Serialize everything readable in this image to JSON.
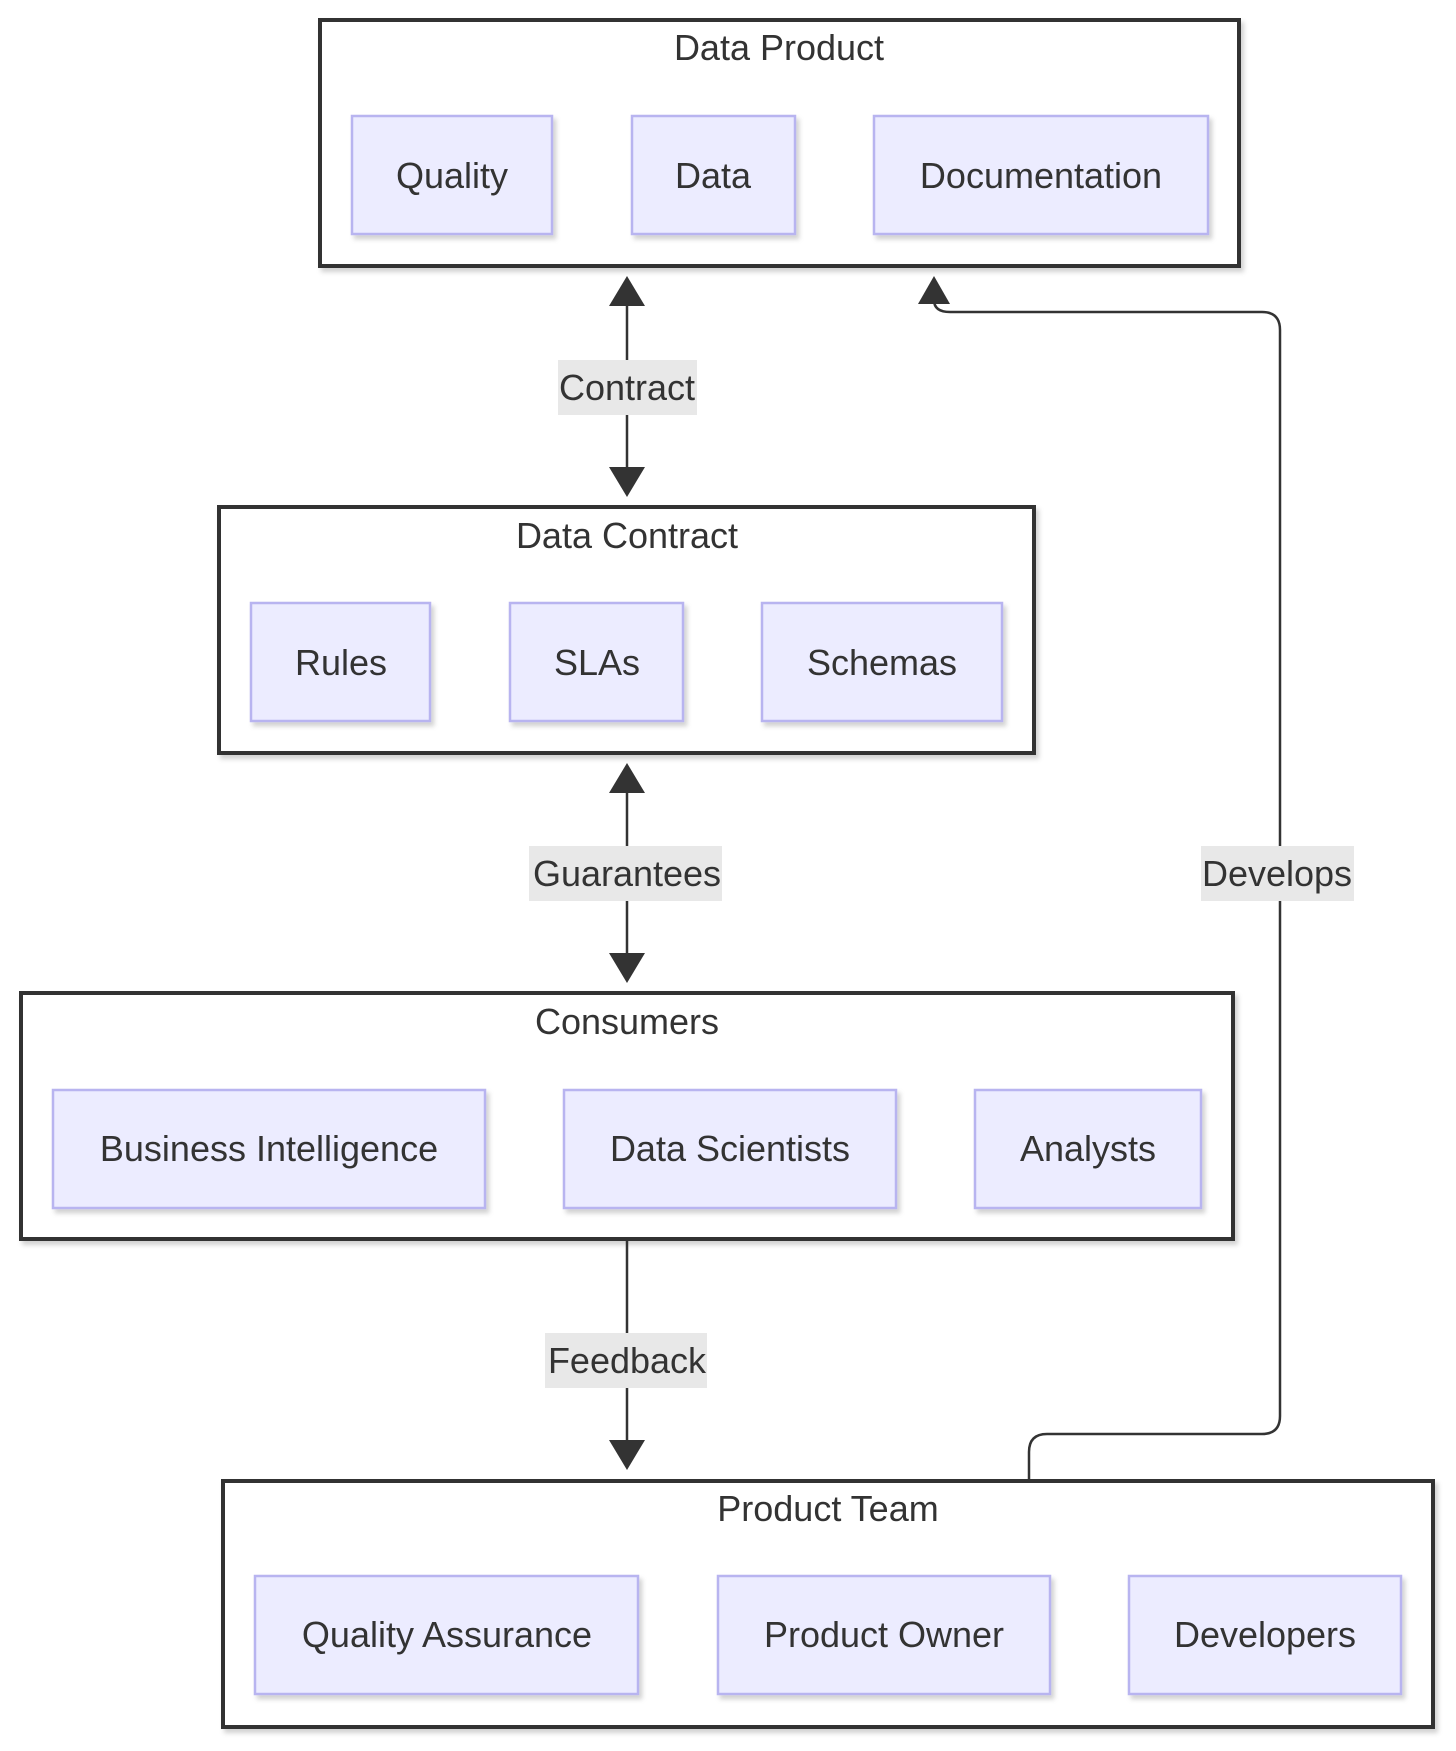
{
  "groups": {
    "data_product": {
      "title": "Data Product",
      "nodes": [
        "Quality",
        "Data",
        "Documentation"
      ]
    },
    "data_contract": {
      "title": "Data Contract",
      "nodes": [
        "Rules",
        "SLAs",
        "Schemas"
      ]
    },
    "consumers": {
      "title": "Consumers",
      "nodes": [
        "Business Intelligence",
        "Data Scientists",
        "Analysts"
      ]
    },
    "product_team": {
      "title": "Product Team",
      "nodes": [
        "Quality Assurance",
        "Product Owner",
        "Developers"
      ]
    }
  },
  "edges": {
    "contract": "Contract",
    "guarantees": "Guarantees",
    "feedback": "Feedback",
    "develops": "Develops"
  },
  "colors": {
    "node_fill": "#ececff",
    "node_stroke": "#b8b4f0",
    "group_stroke": "#333333",
    "edge": "#333333",
    "edge_label_bg": "#e8e8e8",
    "text": "#333333"
  }
}
